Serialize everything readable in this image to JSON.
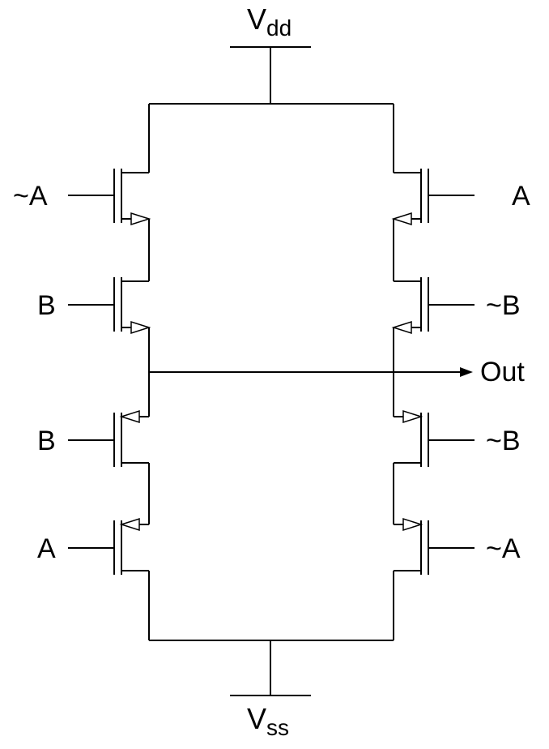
{
  "supplies": {
    "vdd": {
      "main": "V",
      "sub": "dd"
    },
    "vss": {
      "main": "V",
      "sub": "ss"
    }
  },
  "output_label": "Out",
  "transistors": [
    {
      "id": "pmos-left-top",
      "gate_label": "~A"
    },
    {
      "id": "pmos-left-bottom",
      "gate_label": "B"
    },
    {
      "id": "pmos-right-top",
      "gate_label": "A"
    },
    {
      "id": "pmos-right-bottom",
      "gate_label": "~B"
    },
    {
      "id": "nmos-left-top",
      "gate_label": "B"
    },
    {
      "id": "nmos-left-bottom",
      "gate_label": "A"
    },
    {
      "id": "nmos-right-top",
      "gate_label": "~B"
    },
    {
      "id": "nmos-right-bottom",
      "gate_label": "~A"
    }
  ]
}
